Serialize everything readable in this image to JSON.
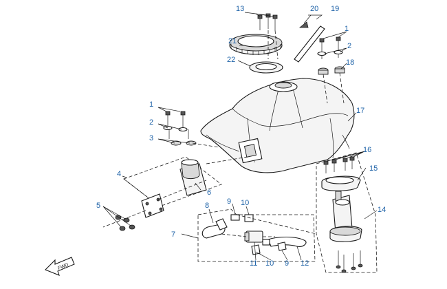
{
  "diagram": {
    "callouts": {
      "c1a": "1",
      "c1b": "1",
      "c2a": "2",
      "c2b": "2",
      "c3": "3",
      "c4": "4",
      "c5": "5",
      "c6": "6",
      "c7": "7",
      "c8": "8",
      "c9a": "9",
      "c9b": "9",
      "c10a": "10",
      "c10b": "10",
      "c11": "11",
      "c12": "12",
      "c13": "13",
      "c14": "14",
      "c15": "15",
      "c16": "16",
      "c17": "17",
      "c18": "18",
      "c19": "19",
      "c20": "20",
      "c21": "21",
      "c22": "22"
    },
    "fwd_label": "FWD",
    "callout_color": "#1f63a8"
  }
}
